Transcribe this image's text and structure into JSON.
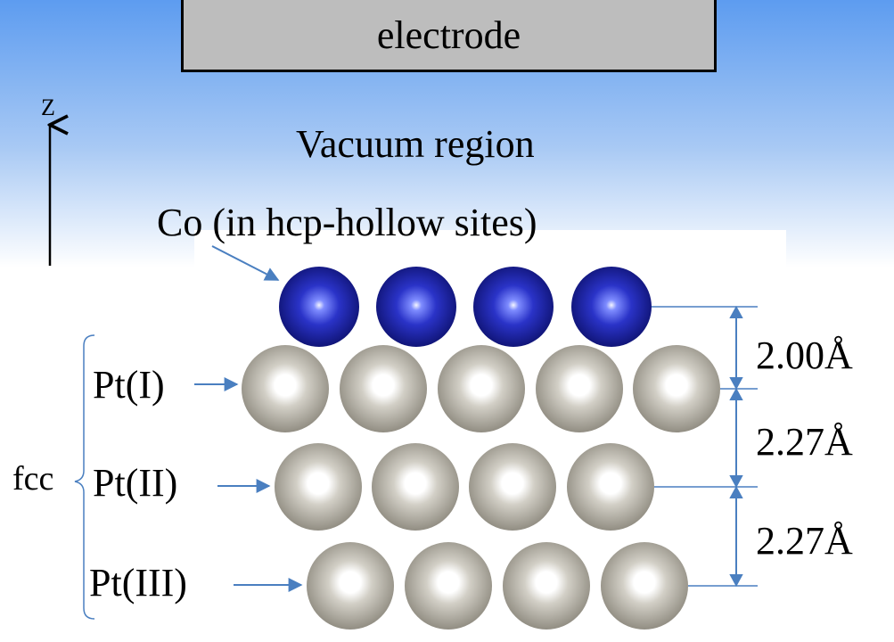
{
  "electrode_label": "electrode",
  "vacuum_label": "Vacuum region",
  "axis_label": "Z",
  "co_label": "Co (in hcp-hollow sites)",
  "layer_labels": [
    "Pt(I)",
    "Pt(II)",
    "Pt(III)"
  ],
  "fcc_label": "fcc",
  "spacings": [
    {
      "value": "2.00",
      "unit": "Å"
    },
    {
      "value": "2.27",
      "unit": "Å"
    },
    {
      "value": "2.27",
      "unit": "Å"
    }
  ],
  "colors": {
    "sky_top": "#5d9cf0",
    "sky_bottom": "#ffffff",
    "co_atom": "#1a1f9c",
    "pt_atom": "#b8b4aa",
    "annotation_line": "#4a7fc0"
  }
}
